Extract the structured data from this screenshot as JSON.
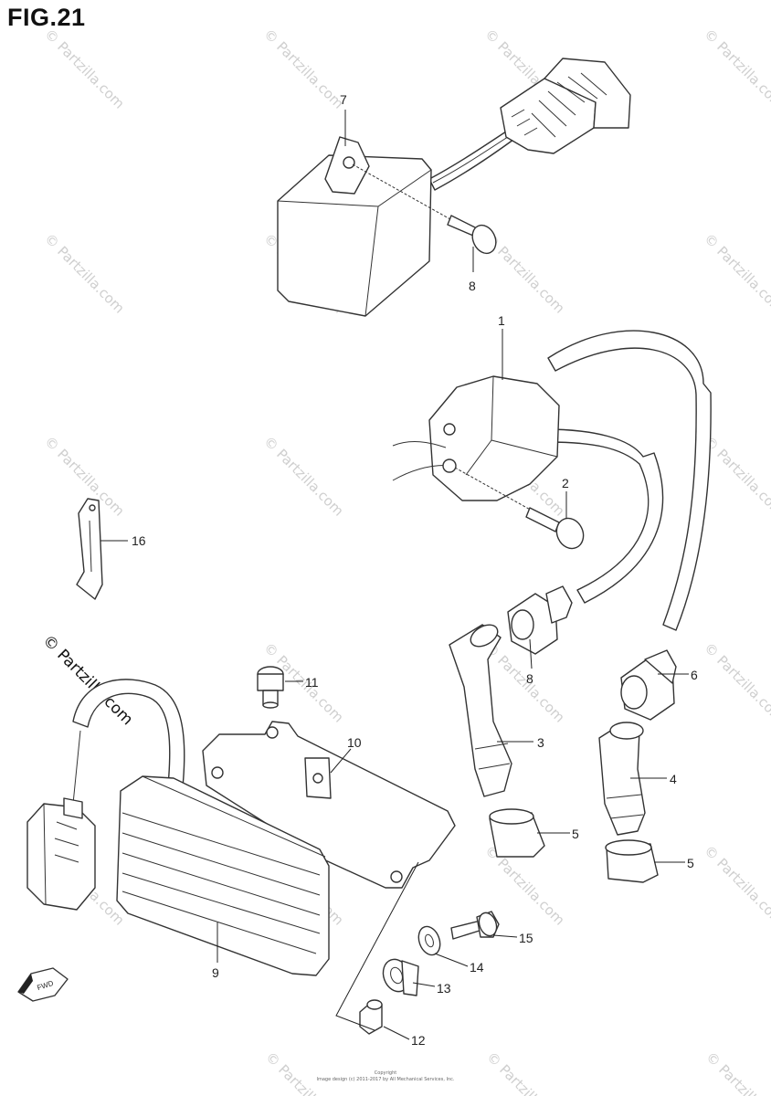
{
  "figure": {
    "title": "FIG.21"
  },
  "callouts": {
    "c1": "1",
    "c2": "2",
    "c3": "3",
    "c4": "4",
    "c5a": "5",
    "c5b": "5",
    "c6": "6",
    "c7": "7",
    "c8a": "8",
    "c8b": "8",
    "c9": "9",
    "c10": "10",
    "c11": "11",
    "c12": "12",
    "c13": "13",
    "c14": "14",
    "c15": "15",
    "c16": "16"
  },
  "arrow": {
    "label": "FWD"
  },
  "watermark": {
    "text": "© Partzilla.com",
    "color": "#cfcfcf",
    "prominent_color": "#111111"
  },
  "footer": {
    "line1": "Copyright",
    "line2": "Image design (c) 2011-2017 by All Mechanical Services, Inc."
  }
}
